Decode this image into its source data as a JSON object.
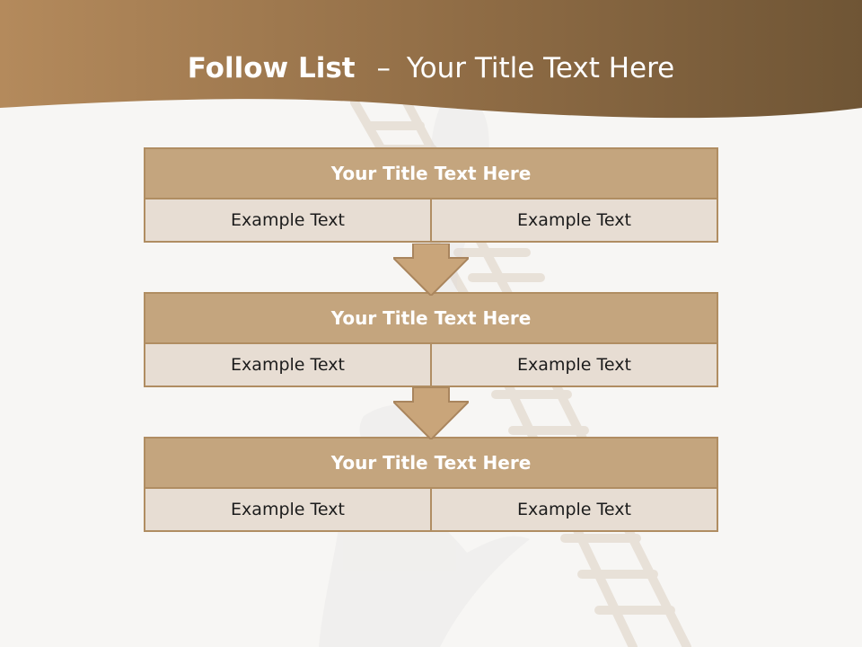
{
  "slide": {
    "title_main": "Follow List",
    "title_separator": "–",
    "title_sub": "Your Title Text Here"
  },
  "blocks": [
    {
      "title": "Your Title Text Here",
      "cells": [
        "Example Text",
        "Example Text"
      ]
    },
    {
      "title": "Your Title Text Here",
      "cells": [
        "Example Text",
        "Example Text"
      ]
    },
    {
      "title": "Your Title Text Here",
      "cells": [
        "Example Text",
        "Example Text"
      ]
    }
  ],
  "colors": {
    "header_band_dark": "#6f5535",
    "header_band_light": "#b48a5c",
    "block_title_fill": "#c4a57e",
    "block_cell_fill": "#e7ddd3",
    "block_border": "#b08d62",
    "arrow_fill": "#c9a57a"
  },
  "icons": {
    "connector": "down-arrow-icon"
  }
}
